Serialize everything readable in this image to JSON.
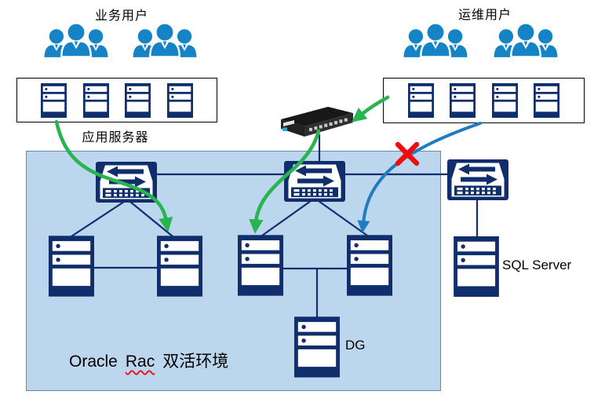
{
  "colors": {
    "user_icon_blue": "#1484C6",
    "icon_navy": "#112E6C",
    "zone_fill": "#BCD6EE",
    "zone_border": "#6B86A6",
    "green_arrow": "#28B450",
    "blue_arrow": "#1E7CC1",
    "red_x": "#F20D0D",
    "appliance_black": "#1A1A1A"
  },
  "business_users": {
    "label": "业务用户",
    "group_count": 2
  },
  "ops_users": {
    "label": "运维用户",
    "group_count": 2
  },
  "app_server_box": {
    "caption": "应用服务器",
    "server_count": 4
  },
  "ops_server_box": {
    "server_count": 4
  },
  "oracle_zone": {
    "caption_prefix": "Oracle",
    "caption_mid": "Rac",
    "caption_suffix": "双活环境",
    "caption_full": "Oracle Rac 双活环境"
  },
  "sql_server": {
    "label": "SQL Server"
  },
  "dg_server": {
    "label": "DG"
  },
  "icons": {
    "user_group_icon": "three blue person silhouettes",
    "server_icon": "navy rack server with slots and indicator dots",
    "switch_icon": "navy switch with left/right arrows and port grid",
    "network_appliance_icon": "black rack appliance with ports",
    "red_x_icon": "red cross failure mark",
    "green_arrow_icon": "green curved flow arrow",
    "blue_arrow_icon": "blue curved flow arrow"
  }
}
